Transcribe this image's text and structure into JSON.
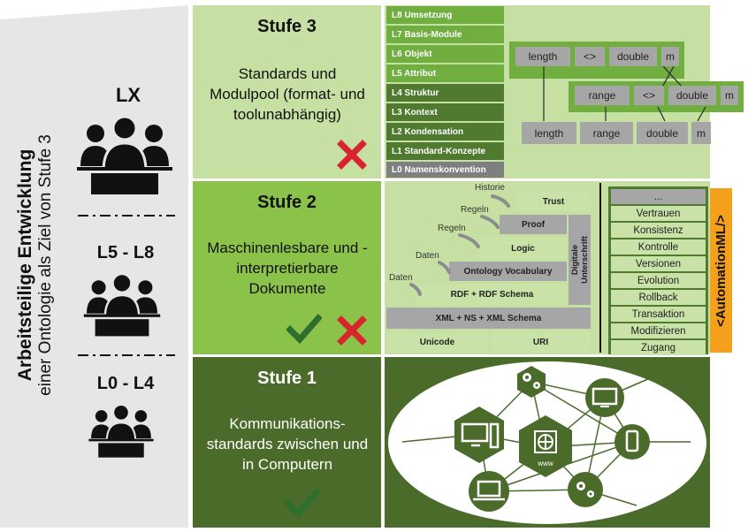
{
  "left_panel": {
    "title_bold": "Arbeitsteilige Entwicklung",
    "title_normal": "einer Ontologie als Ziel von Stufe 3",
    "groups": [
      {
        "label": "LX"
      },
      {
        "label": "L5 - L8"
      },
      {
        "label": "L0 - L4"
      }
    ]
  },
  "stufe3": {
    "title": "Stufe 3",
    "text": "Standards und Modulpool (format- und toolunabhängig)",
    "status": "cross",
    "levels": [
      "L8 Umsetzung",
      "L7 Basis-Module",
      "L6 Objekt",
      "L5 Attribut",
      "L4 Struktur",
      "L3 Kontext",
      "L2 Kondensation",
      "L1 Standard-Konzepte",
      "L0 Namenskonvention"
    ],
    "boxes": {
      "row1": [
        "length",
        "<>",
        "double",
        "m"
      ],
      "row2": [
        "range",
        "<>",
        "double",
        "m"
      ],
      "row3": [
        "length",
        "range",
        "double",
        "m"
      ]
    }
  },
  "stufe2": {
    "title": "Stufe 2",
    "text": "Maschinenlesbare und -interpretierbare Dokumente",
    "status": "check-and-cross",
    "stack": {
      "trust": "Trust",
      "proof": "Proof",
      "logic": "Logic",
      "ontology": "Ontology Vocabulary",
      "rdf": "RDF + RDF Schema",
      "xml": "XML + NS + XML Schema",
      "unicode": "Unicode",
      "uri": "URI",
      "signature": "Digitale Unterschrift",
      "labels": [
        "Historie",
        "Regeln",
        "Regeln",
        "Daten",
        "Daten"
      ]
    },
    "security": [
      "...",
      "Vertrauen",
      "Konsistenz",
      "Kontrolle",
      "Versionen",
      "Evolution",
      "Rollback",
      "Transaktion",
      "Modifizieren",
      "Zugang"
    ],
    "automationml": "<AutomationML/>"
  },
  "stufe1": {
    "title": "Stufe 1",
    "text": "Kommunikations-standards zwischen und in Computern",
    "status": "check",
    "network": {
      "center_label": "www",
      "nodes": [
        "gears-icon",
        "monitor-icon",
        "desktop-icon",
        "phone-icon",
        "laptop-icon",
        "gears-icon"
      ]
    }
  },
  "colors": {
    "stufe3_bg": "#c6e0a4",
    "stufe2_bg": "#8bc34a",
    "stufe1_bg": "#4b6b2a",
    "level_light": "#6fae3f",
    "level_dark": "#4f7a2f",
    "level_grey": "#7f7f7f",
    "cross": "#d9242b",
    "check": "#2e6f2e",
    "orange": "#f5a01a"
  }
}
